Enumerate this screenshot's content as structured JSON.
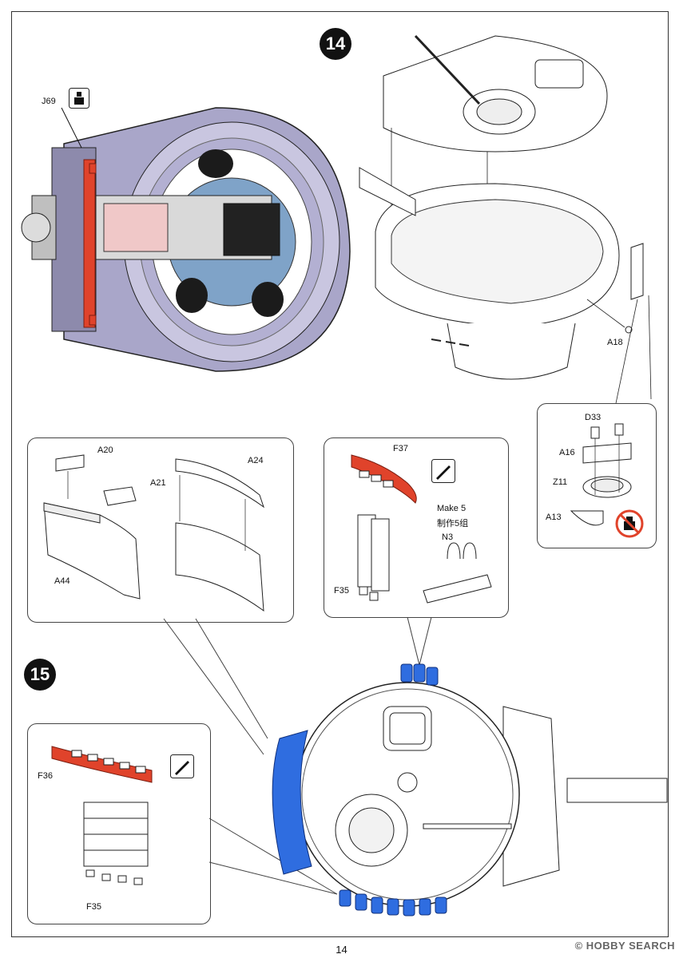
{
  "page": {
    "number": "14",
    "watermark": "© HOBBY SEARCH"
  },
  "step14": {
    "number": "14",
    "labels": {
      "j69": "J69",
      "a18": "A18"
    },
    "detail": {
      "d33": "D33",
      "a16": "A16",
      "z11": "Z11",
      "a13": "A13"
    }
  },
  "step15": {
    "number": "15",
    "box_a": {
      "a20": "A20",
      "a21": "A21",
      "a44": "A44",
      "a24": "A24"
    },
    "box_f": {
      "f37": "F37",
      "make": "Make 5",
      "make_cn": "制作5组",
      "n3": "N3",
      "f35": "F35"
    },
    "box_c": {
      "f36": "F36",
      "f35": "F35"
    }
  },
  "colors": {
    "highlight_red": "#e0432b",
    "highlight_blue": "#2f6de0",
    "purple_grey": "#a9a6c9"
  },
  "icons": [
    "glue-icon",
    "knife-icon",
    "no-glue-icon"
  ]
}
